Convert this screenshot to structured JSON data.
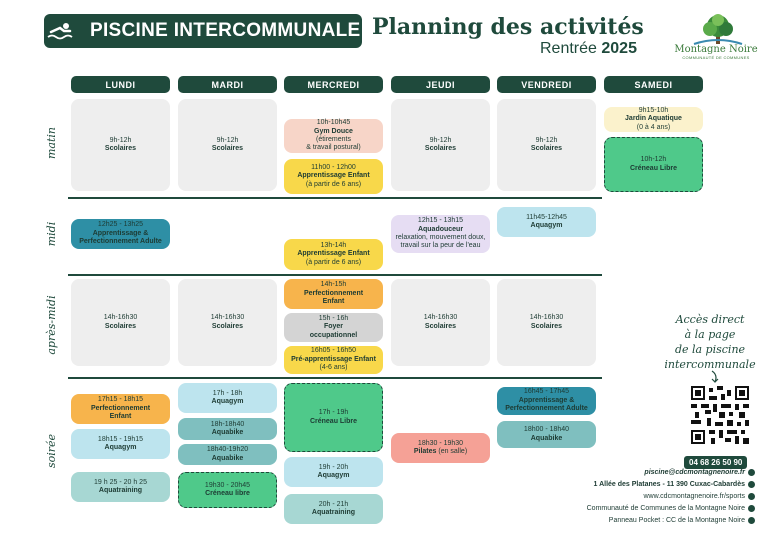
{
  "header": {
    "banner": "PISCINE INTERCOMMUNALE",
    "title": "Planning des activités",
    "subtitle_prefix": "Rentrée",
    "subtitle_year": "2025",
    "logo_name": "Montagne Noire",
    "logo_sub": "COMMUNAUTÉ DE COMMUNES"
  },
  "days": [
    "LUNDI",
    "MARDI",
    "MERCREDI",
    "JEUDI",
    "VENDREDI",
    "SAMEDI"
  ],
  "periods": [
    "matin",
    "midi",
    "après-midi",
    "soirée"
  ],
  "activities": {
    "lun_matin": {
      "time": "9h-12h",
      "name": "Scolaires"
    },
    "mar_matin": {
      "time": "9h-12h",
      "name": "Scolaires"
    },
    "mer_gym": {
      "time": "10h-10h45",
      "name": "Gym Douce",
      "d1": "(étirements",
      "d2": "& travail postural)"
    },
    "mer_app": {
      "time": "11h00 - 12h00",
      "name": "Apprentissage Enfant",
      "d1": "(à partir de 6 ans)"
    },
    "jeu_matin": {
      "time": "9h-12h",
      "name": "Scolaires"
    },
    "ven_matin": {
      "time": "9h-12h",
      "name": "Scolaires"
    },
    "sam_jardin": {
      "time": "9h15-10h",
      "name": "Jardin Aquatique",
      "d1": "(0 à 4 ans)"
    },
    "sam_libre": {
      "time": "10h-12h",
      "name": "Créneau Libre"
    },
    "lun_midi": {
      "time": "12h25 - 13h25",
      "name": "Apprentissage &",
      "name2": "Perfectionnement Adulte"
    },
    "mer_midi": {
      "time": "13h-14h",
      "name": "Apprentissage Enfant",
      "d1": "(à partir de 6 ans)"
    },
    "jeu_midi": {
      "time": "12h15 - 13h15",
      "name": "Aquadouceur",
      "d1": "relaxation, mouvement doux,",
      "d2": "travail sur la peur de l'eau"
    },
    "ven_midi": {
      "time": "11h45-12h45",
      "name": "Aquagym"
    },
    "lun_am": {
      "time": "14h-16h30",
      "name": "Scolaires"
    },
    "mar_am": {
      "time": "14h-16h30",
      "name": "Scolaires"
    },
    "mer_perf": {
      "time": "14h-15h",
      "name": "Perfectionnement",
      "name2": "Enfant"
    },
    "mer_foyer": {
      "time": "15h - 16h",
      "name": "Foyer",
      "name2": "occupationnel"
    },
    "mer_pre": {
      "time": "16h05 - 16h50",
      "name": "Pré-apprentissage Enfant",
      "d1": "(4-6 ans)"
    },
    "jeu_am": {
      "time": "14h-16h30",
      "name": "Scolaires"
    },
    "ven_am": {
      "time": "14h-16h30",
      "name": "Scolaires"
    },
    "lun_perf": {
      "time": "17h15 - 18h15",
      "name": "Perfectionnement",
      "name2": "Enfant"
    },
    "lun_aquagym": {
      "time": "18h15 - 19h15",
      "name": "Aquagym"
    },
    "lun_aquatraining": {
      "time": "19 h 25 - 20 h 25",
      "name": "Aquatraining"
    },
    "mar_aquagym": {
      "time": "17h - 18h",
      "name": "Aquagym"
    },
    "mar_aquabike1": {
      "time": "18h-18h40",
      "name": "Aquabike"
    },
    "mar_aquabike2": {
      "time": "18h40-19h20",
      "name": "Aquabike"
    },
    "mar_libre": {
      "time": "19h30 - 20h45",
      "name": "Créneau libre"
    },
    "mer_libre": {
      "time": "17h - 19h",
      "name": "Créneau Libre"
    },
    "mer_aquagym": {
      "time": "19h - 20h",
      "name": "Aquagym"
    },
    "mer_aquatraining": {
      "time": "20h - 21h",
      "name": "Aquatraining"
    },
    "jeu_pilates": {
      "time": "18h30 - 19h30",
      "name": "Pilates",
      "d1": "(en salle)"
    },
    "ven_app": {
      "time": "16h45 - 17h45",
      "name": "Apprentissage &",
      "name2": "Perfectionnement Adulte"
    },
    "ven_aquabike": {
      "time": "18h00 - 18h40",
      "name": "Aquabike"
    }
  },
  "side": {
    "access": [
      "Accès direct",
      "à la page",
      "de la piscine",
      "intercommunale"
    ],
    "phone": "04 68 26 50 90",
    "email": "piscine@cdcmontagnenoire.fr",
    "address": "1 Allée des Platanes - 11 390 Cuxac-Cabardès",
    "website": "www.cdcmontagnenoire.fr/sports",
    "facebook": "Communauté de Communes de la Montagne Noire",
    "pocket": "Panneau Pocket : CC de la Montagne Noire"
  },
  "colors": {
    "dark_green": "#1f4a3c",
    "grey": "#eeeeee",
    "peach": "#f7d5c8",
    "yellow": "#f8d84a",
    "cream": "#fbf2cc",
    "green": "#4fc98a",
    "blue": "#2e8fa5",
    "light_blue": "#bde4ee",
    "lavender": "#e6ddf3",
    "orange": "#f7b44c",
    "mid_grey": "#d4d4d4",
    "teal": "#7fbfbf",
    "pale_teal": "#a7d7d3",
    "coral": "#f5a196"
  }
}
